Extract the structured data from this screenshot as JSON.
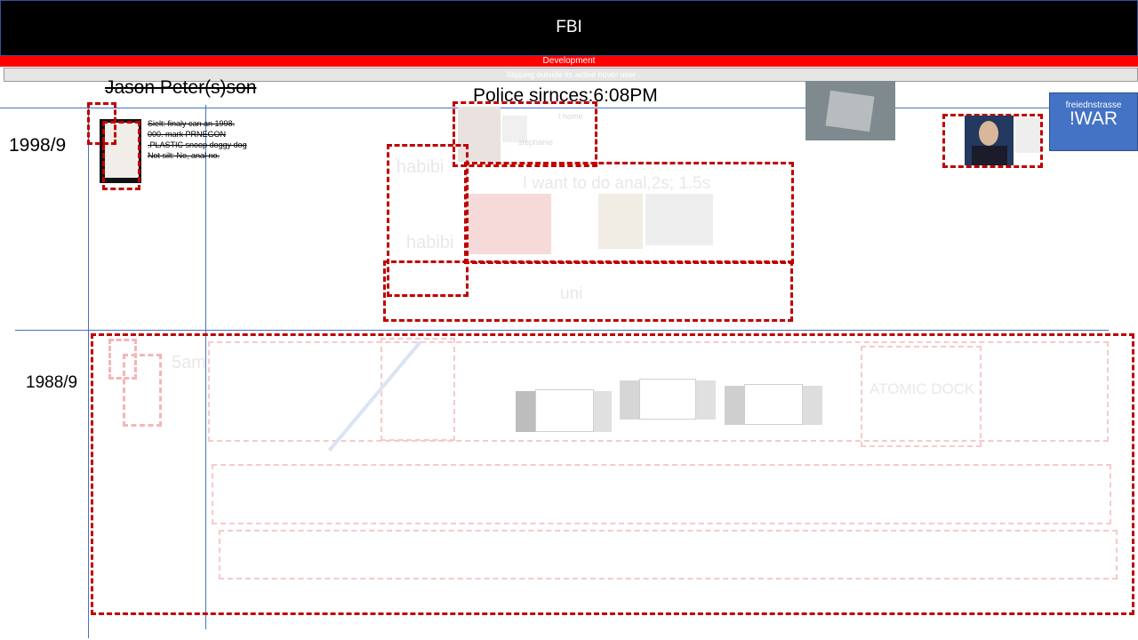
{
  "header": {
    "title": "FBI"
  },
  "banner": {
    "label": "Development"
  },
  "subbar": {
    "text": "Slipping outside its active hover user"
  },
  "person": {
    "name": "Jason Peter(s)son"
  },
  "police": {
    "label": "Police sirnces:6:08PM"
  },
  "war": {
    "small": "freiednstrasse",
    "big": "!WAR"
  },
  "dates": {
    "upper": "1998/9",
    "lower": "1988/9"
  },
  "notes": {
    "line1": "Sielt: finaly can an 1998.",
    "line2": "000. mark PRNEGON",
    "line3": ".PLASTIC snoop doggy dog",
    "line4": "Not silt: No, anal no."
  },
  "faded": {
    "habibi1": "habibi",
    "habibi2": "habibi",
    "want": "I want to do anal,2s; 1.5s",
    "uni": "uni",
    "fiveam": "5am",
    "stephanie": "stephanie",
    "home": "I home",
    "atomic": "ATOMIC DOCK"
  },
  "colors": {
    "header": "#000000",
    "banner": "#ff0000",
    "dash": "#c00000",
    "war": "#4472c4",
    "line": "#4472c4"
  }
}
